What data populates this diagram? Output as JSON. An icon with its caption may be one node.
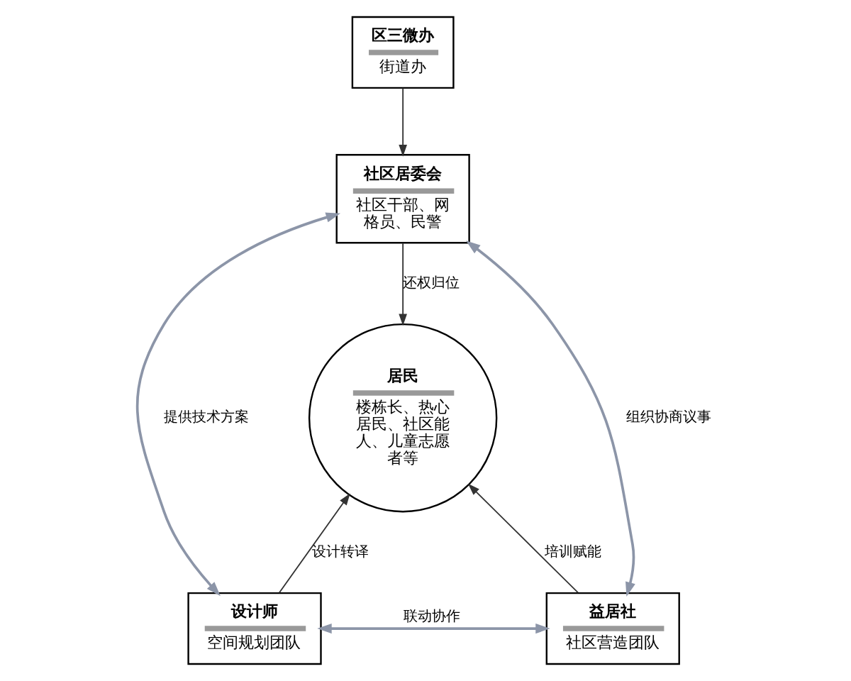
{
  "diagram": {
    "nodes": [
      {
        "text": [
          "区三微办",
          "街道办"
        ]
      },
      {
        "text": [
          "社区居委会",
          "社区干部、网格员、民警"
        ]
      },
      {
        "text": [
          "居民",
          "楼栋长、热心居民、社区能人、儿童志愿者等"
        ]
      },
      {
        "text": [
          "设计师",
          "空间规划团队"
        ]
      },
      {
        "text": [
          "益居社",
          "社区营造团队"
        ]
      }
    ],
    "edges": [
      {
        "from": 0,
        "to": 1,
        "arrow": "to"
      },
      {
        "from": 1,
        "to": 2,
        "arrow": "to",
        "label": "还权归位"
      },
      {
        "from": 3,
        "to": 1,
        "arrow": "both",
        "label": "提供技术方案",
        "color": "#8c95a8"
      },
      {
        "from": 1,
        "to": 4,
        "arrow": "both",
        "label": "组织协商议事",
        "color": "#8c95a8"
      },
      {
        "from": 3,
        "to": 2,
        "arrow": "to",
        "label": "设计转译"
      },
      {
        "from": 4,
        "to": 2,
        "arrow": "to",
        "label": "培训赋能"
      },
      {
        "from": 3,
        "to": 4,
        "arrow": "both",
        "label": "联动协作",
        "color": "#8c95a8"
      }
    ]
  }
}
